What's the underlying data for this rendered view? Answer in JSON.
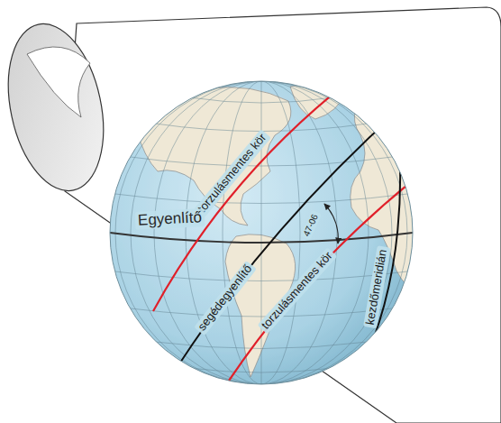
{
  "diagram": {
    "labels": [
      "torzulásmentes kör",
      "Egyenlítő",
      "47-06",
      "segédegyenlítő",
      "torzulásmentes kör",
      "kezdőmeridián"
    ]
  }
}
